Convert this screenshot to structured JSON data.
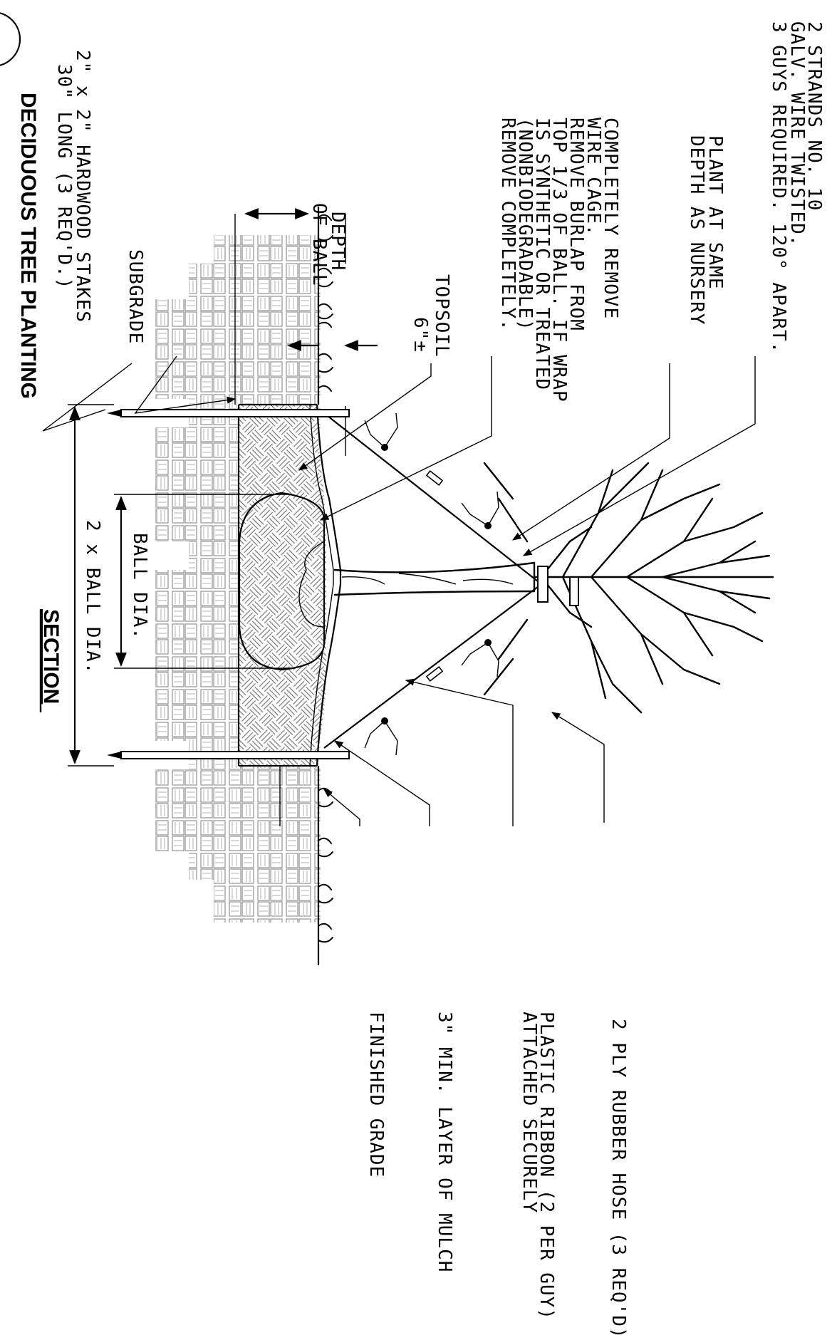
{
  "diagram": {
    "title": "DECIDUOUS TREE PLANTING",
    "subtitle": "SECTION",
    "labels": {
      "guys": [
        "3 GUYS REQUIRED.  120° APART.",
        "GALV. WIRE TWISTED.",
        "2 STRANDS NO. 10"
      ],
      "plant_depth": [
        "DEPTH AS NURSERY",
        "PLANT AT SAME"
      ],
      "wire_cage": [
        "REMOVE COMPLETELY.",
        "(NONBIODEGRADABLE)",
        "IS SYNTHETIC OR TREATED",
        "TOP 1/3 OF BALL.  IF WRAP",
        "REMOVE BURLAP FROM",
        "WIRE CAGE.",
        "COMPLETELY REMOVE"
      ],
      "topsoil": "TOPSOIL",
      "depth_of_ball": [
        "OF BALL",
        "DEPTH"
      ],
      "six_inch": "6\"±",
      "subgrade": "SUBGRADE",
      "stakes": [
        "30\" LONG (3 REQ'D.)",
        "2\" x 2\" HARDWOOD STAKES"
      ],
      "ball_dia": "BALL DIA.",
      "two_ball_dia": "2 x BALL DIA.",
      "rubber_hose": "2 PLY RUBBER HOSE (3 REQ'D)",
      "ribbon": [
        "ATTACHED SECURELY",
        "PLASTIC RIBBON (2 PER GUY)"
      ],
      "mulch": "3\" MIN. LAYER OF MULCH",
      "finished_grade": "FINISHED GRADE"
    }
  }
}
